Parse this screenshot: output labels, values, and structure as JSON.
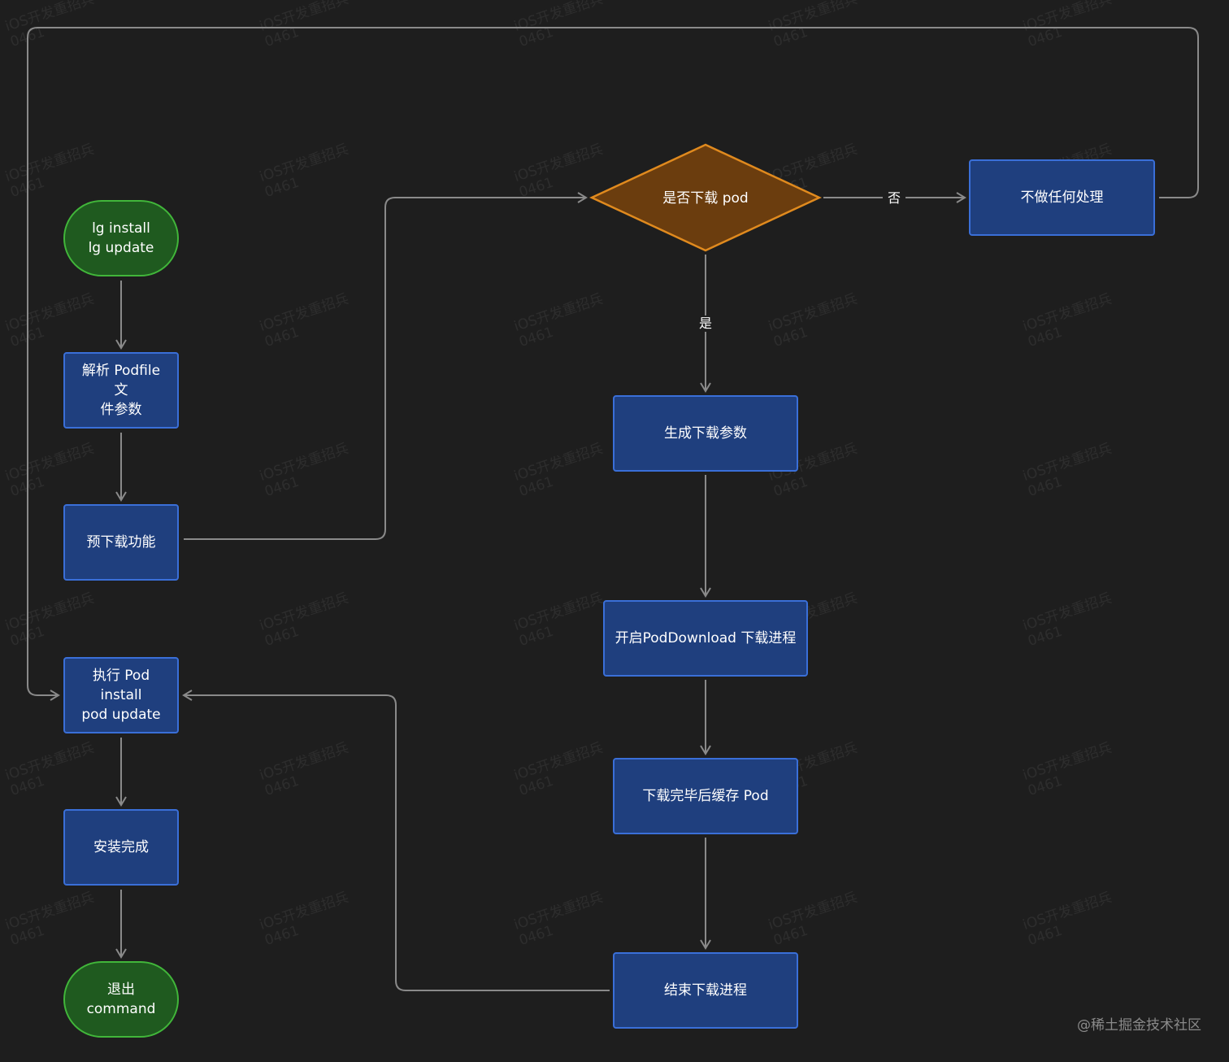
{
  "colors": {
    "background": "#1e1e1e",
    "process_fill": "#1f3f7e",
    "process_border": "#3a6fd8",
    "terminal_fill": "#1f5a1f",
    "terminal_border": "#41b63a",
    "decision_fill": "#6b3d0e",
    "decision_border": "#e08a1e",
    "connector": "#8a8a8a"
  },
  "nodes": {
    "start": {
      "label": "lg install\nlg update"
    },
    "parse": {
      "label": "解析 Podfile 文\n件参数"
    },
    "predownload": {
      "label": "预下载功能"
    },
    "decision": {
      "label": "是否下载 pod"
    },
    "noop": {
      "label": "不做任何处理"
    },
    "gen_params": {
      "label": "生成下载参数"
    },
    "start_download": {
      "label": "开启PodDownload 下载进程"
    },
    "cache": {
      "label": "下载完毕后缓存 Pod"
    },
    "end_download": {
      "label": "结束下载进程"
    },
    "pod_install": {
      "label": "执行 Pod install\npod update"
    },
    "installed": {
      "label": "安装完成"
    },
    "exit": {
      "label": "退出command"
    }
  },
  "edge_labels": {
    "no": "否",
    "yes": "是"
  },
  "watermark": {
    "line1": "iOS开发重招兵",
    "line2": "0461"
  },
  "footer": "@稀土掘金技术社区"
}
